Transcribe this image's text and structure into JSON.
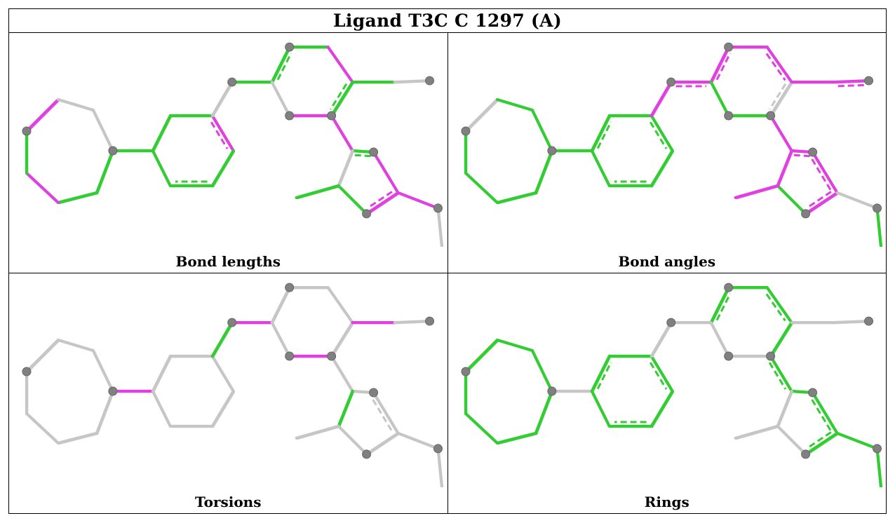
{
  "title": "Ligand T3C C 1297 (A)",
  "colors": {
    "outlier": "#e040e0",
    "ok": "#33cc33",
    "neutral": "#c6c6c6",
    "atom": "#808080"
  },
  "panels": [
    {
      "label": "Bond lengths",
      "bonds": [
        "p",
        "n",
        "n",
        "g",
        "g",
        "p",
        "g",
        "g",
        "g",
        "g",
        "p",
        "g",
        "g",
        "g",
        "n",
        "g",
        "g",
        "g",
        "p",
        "g",
        "p",
        "n",
        "g",
        "n",
        "p",
        "g",
        "p",
        "p",
        "g",
        "n",
        "g"
      ],
      "ringDash": [
        false,
        false,
        false,
        false,
        false,
        false,
        false,
        false,
        false,
        false,
        true,
        false,
        true,
        false,
        false,
        false,
        true,
        false,
        false,
        true,
        false,
        false,
        false,
        false,
        false,
        true,
        false,
        true,
        false,
        false,
        false
      ]
    },
    {
      "label": "Bond angles",
      "bonds": [
        "n",
        "g",
        "g",
        "g",
        "g",
        "g",
        "g",
        "g",
        "g",
        "g",
        "g",
        "g",
        "g",
        "g",
        "p",
        "p",
        "p",
        "p",
        "p",
        "n",
        "g",
        "g",
        "p",
        "p",
        "p",
        "p",
        "p",
        "p",
        "g",
        "p",
        "p"
      ],
      "ringDash": [
        false,
        false,
        false,
        false,
        false,
        false,
        false,
        false,
        true,
        false,
        true,
        false,
        true,
        false,
        false,
        true,
        true,
        false,
        true,
        true,
        false,
        false,
        false,
        true,
        false,
        true,
        true,
        true,
        false,
        false,
        false
      ]
    },
    {
      "label": "Torsions",
      "bonds": [
        "n",
        "n",
        "n",
        "n",
        "n",
        "n",
        "n",
        "p",
        "n",
        "n",
        "n",
        "n",
        "n",
        "n",
        "g",
        "p",
        "n",
        "n",
        "n",
        "n",
        "p",
        "n",
        "p",
        "n",
        "n",
        "n",
        "n",
        "n",
        "n",
        "g",
        "n"
      ],
      "ringDash": [
        false,
        false,
        false,
        false,
        false,
        false,
        false,
        false,
        false,
        false,
        false,
        false,
        false,
        false,
        false,
        false,
        false,
        false,
        false,
        false,
        false,
        false,
        false,
        false,
        false,
        false,
        true,
        false,
        false,
        false,
        false
      ]
    },
    {
      "label": "Rings",
      "bonds": [
        "g",
        "g",
        "g",
        "g",
        "g",
        "g",
        "g",
        "n",
        "g",
        "g",
        "g",
        "g",
        "g",
        "g",
        "n",
        "n",
        "g",
        "g",
        "g",
        "g",
        "n",
        "n",
        "n",
        "n",
        "g",
        "g",
        "g",
        "g",
        "n",
        "n",
        "n"
      ],
      "ringDash": [
        false,
        false,
        false,
        false,
        false,
        false,
        false,
        false,
        true,
        false,
        true,
        false,
        true,
        false,
        false,
        false,
        true,
        false,
        true,
        false,
        false,
        false,
        false,
        false,
        true,
        false,
        true,
        true,
        false,
        false,
        false
      ]
    }
  ]
}
